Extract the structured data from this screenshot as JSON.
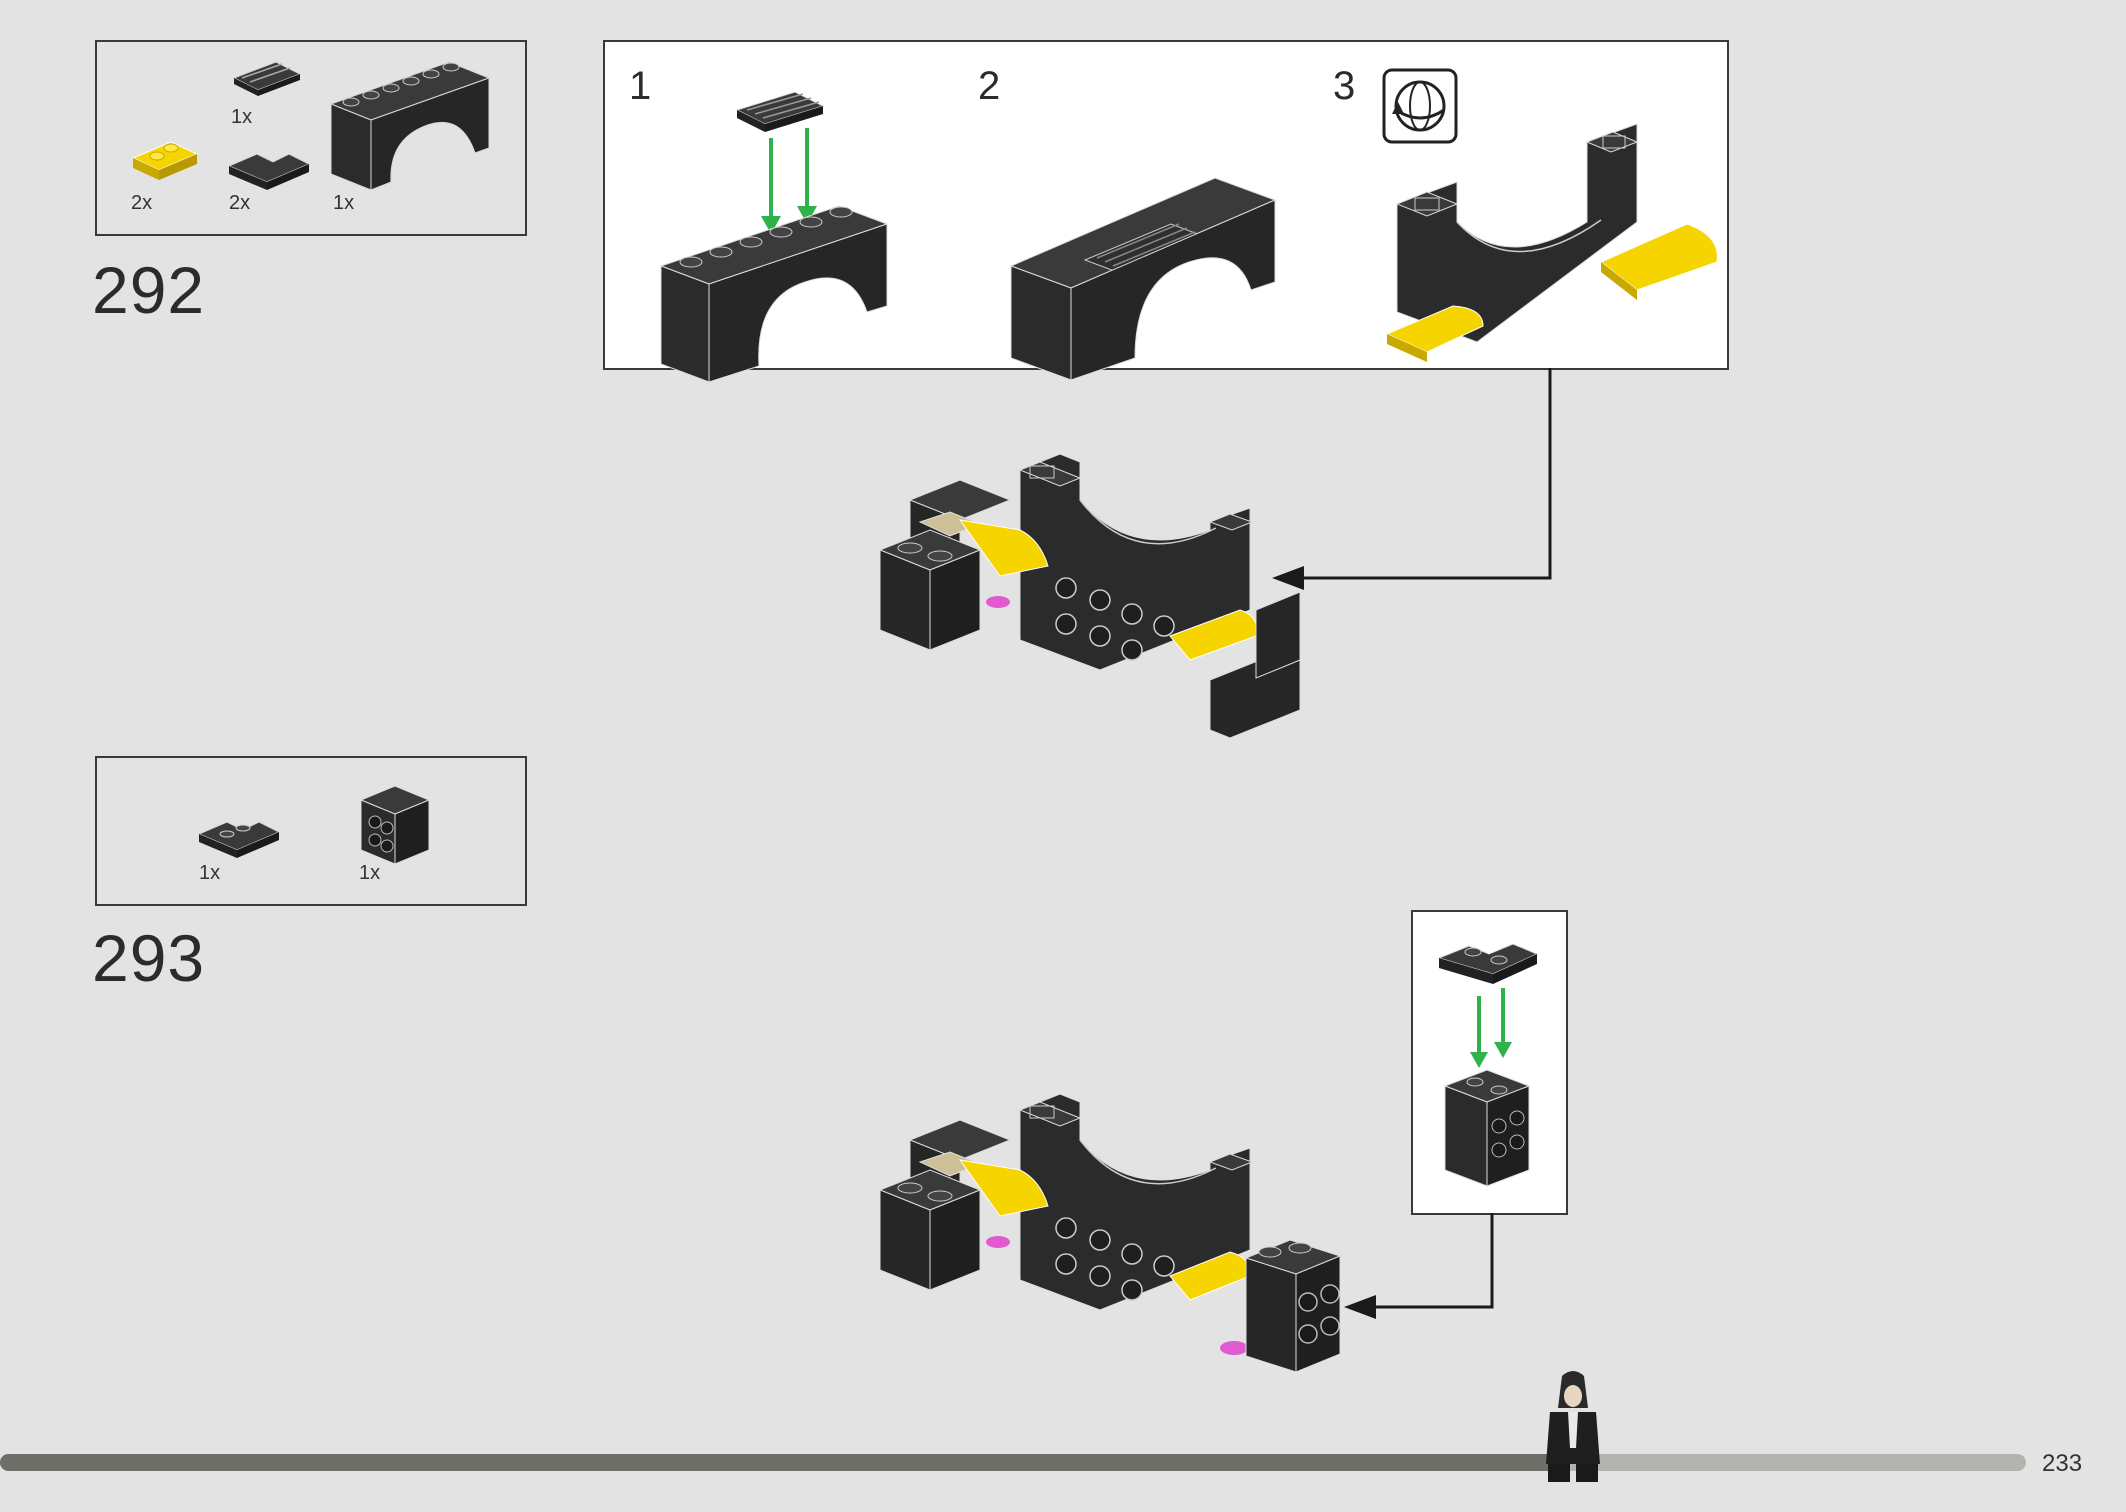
{
  "page_number": "233",
  "steps": [
    {
      "number": "292",
      "parts": [
        {
          "name": "grille-plate-1x2",
          "qty": "1x"
        },
        {
          "name": "yellow-slope-plate",
          "qty": "2x"
        },
        {
          "name": "corner-plate-2x2",
          "qty": "2x"
        },
        {
          "name": "arch-brick-1x6",
          "qty": "1x"
        }
      ],
      "substeps": [
        "1",
        "2",
        "3"
      ]
    },
    {
      "number": "293",
      "parts": [
        {
          "name": "corner-plate-2x2",
          "qty": "1x"
        },
        {
          "name": "brick-2x2-side-studs",
          "qty": "1x"
        }
      ]
    }
  ],
  "colors": {
    "background": "#e3e3e3",
    "brick_black": "#2b2b2b",
    "brick_yellow": "#f6d400",
    "arrow_green": "#2fb24a",
    "accent_magenta": "#e25ad0",
    "progress_dark": "#6f6f6a",
    "progress_light": "#b3b3b0"
  },
  "icons": [
    "rotate-model-icon",
    "minifigure-icon"
  ]
}
